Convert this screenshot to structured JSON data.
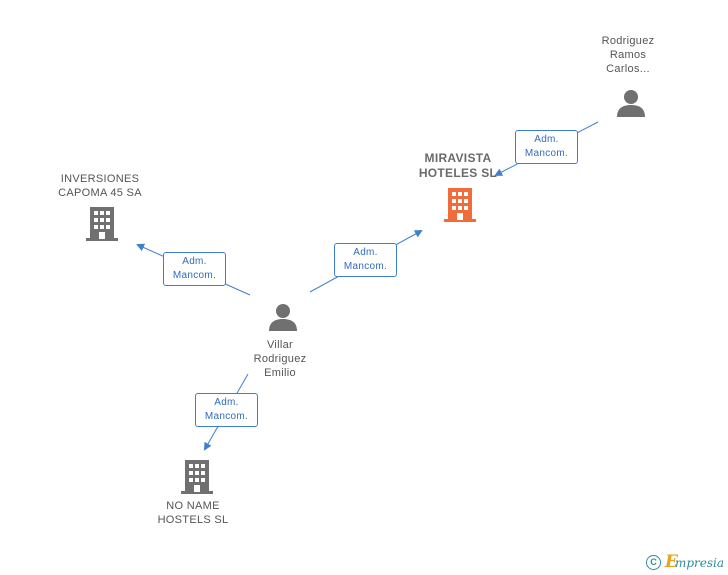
{
  "nodes": {
    "inversiones_capoma": {
      "label_lines": [
        "INVERSIONES",
        "CAPOMA 45 SA"
      ],
      "type": "company",
      "icon": "building-icon",
      "color": "#707070"
    },
    "miravista_hoteles": {
      "label_lines": [
        "MIRAVISTA",
        "HOTELES SL"
      ],
      "type": "company",
      "icon": "building-icon",
      "color": "#f26b3a"
    },
    "rodriguez_ramos": {
      "label_lines": [
        "Rodriguez",
        "Ramos",
        "Carlos..."
      ],
      "type": "person",
      "icon": "person-icon",
      "color": "#707070"
    },
    "villar_rodriguez": {
      "label_lines": [
        "Villar",
        "Rodriguez",
        "Emilio"
      ],
      "type": "person",
      "icon": "person-icon",
      "color": "#707070"
    },
    "no_name_hostels": {
      "label_lines": [
        "NO NAME",
        "HOSTELS SL"
      ],
      "type": "company",
      "icon": "building-icon",
      "color": "#707070"
    }
  },
  "edges": [
    {
      "from": "villar_rodriguez",
      "to": "inversiones_capoma",
      "label_lines": [
        "Adm.",
        "Mancom."
      ]
    },
    {
      "from": "villar_rodriguez",
      "to": "miravista_hoteles",
      "label_lines": [
        "Adm.",
        "Mancom."
      ]
    },
    {
      "from": "rodriguez_ramos",
      "to": "miravista_hoteles",
      "label_lines": [
        "Adm.",
        "Mancom."
      ]
    },
    {
      "from": "villar_rodriguez",
      "to": "no_name_hostels",
      "label_lines": [
        "Adm.",
        "Mancom."
      ]
    }
  ],
  "colors": {
    "edge": "#3f7fd0",
    "accent": "#f26b3a",
    "neutral": "#707070"
  },
  "footer": {
    "copyright_symbol": "C",
    "brand_initial": "E",
    "brand_rest": "mpresia"
  }
}
